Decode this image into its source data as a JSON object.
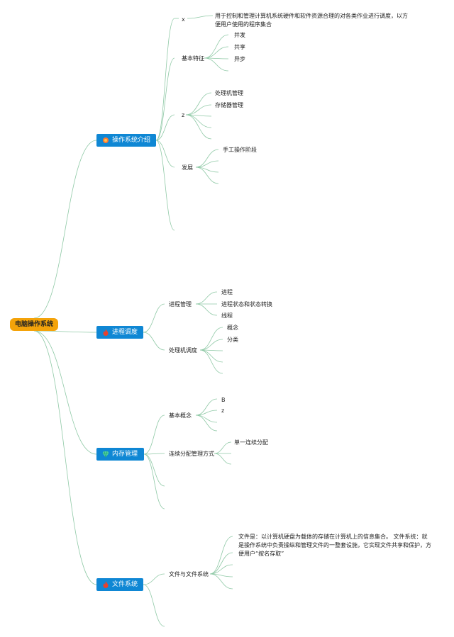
{
  "root": {
    "label": "电脑操作系统"
  },
  "branches": [
    {
      "label": "操作系统介绍",
      "icon": "sun-badge-icon"
    },
    {
      "label": "进程调度",
      "icon": "flame-icon"
    },
    {
      "label": "内存管理",
      "icon": "gem-icon"
    },
    {
      "label": "文件系统",
      "icon": "flame-icon"
    }
  ],
  "nodes": {
    "x": "x",
    "x_desc": "用于控制和管理计算机系统硬件和软件资源合理的对各类作业进行调度，以方便用户使用的程序集合",
    "basic_features": "基本特征",
    "concurrency": "并发",
    "sharing": "共享",
    "async": "异步",
    "z1": "z",
    "processor_mgmt": "处理机管理",
    "storage_mgmt": "存储器管理",
    "development": "发展",
    "manual_stage": "手工操作阶段",
    "process_mgmt": "进程管理",
    "process": "进程",
    "process_state": "进程状态和状态转换",
    "thread": "线程",
    "proc_sched": "处理机调度",
    "concept": "概念",
    "category": "分类",
    "basic_concept": "基本概念",
    "b": "B",
    "z2": "z",
    "contig_alloc": "连续分配管理方式",
    "single_contig": "单一连续分配",
    "file_and_fs": "文件与文件系统",
    "file_desc": "文件是：以计算机硬盘为载体的存储在计算机上的信息集合。 文件系统：就是操作系统中负责操纵和管理文件的一整套设施，它实现文件共享和保护，方便用户“按名存取”"
  },
  "colors": {
    "root_fill": "#f4a30a",
    "branch_fill": "#0f87d4",
    "line": "#8fc9a6"
  }
}
